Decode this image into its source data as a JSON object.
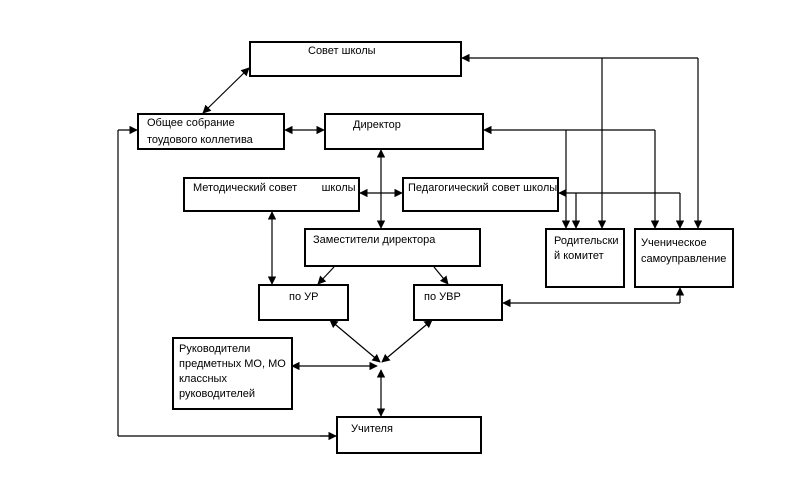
{
  "nodes": {
    "council": {
      "label": "Совет школы"
    },
    "assembly": {
      "line1": "Общее собрание",
      "line2": "тоудового коллетива"
    },
    "director": {
      "label": "Директор"
    },
    "method_council": {
      "label": "Методический совет        школы"
    },
    "ped_council": {
      "label": "Педагогический совет школы"
    },
    "deputies": {
      "label": "Заместители директора"
    },
    "parents": {
      "line1": "Родительски",
      "line2": "й комитет"
    },
    "students": {
      "line1": "Ученическое",
      "line2": "самоуправление"
    },
    "ur": {
      "label": "по УР"
    },
    "uvr": {
      "label": "по УВР"
    },
    "heads": {
      "line1": "Руководители",
      "line2": "предметных МО, МО",
      "line3": "классных",
      "line4": "руководителей"
    },
    "teachers": {
      "label": "Учителя"
    }
  },
  "colors": {
    "line": "#000000",
    "background": "#ffffff"
  }
}
